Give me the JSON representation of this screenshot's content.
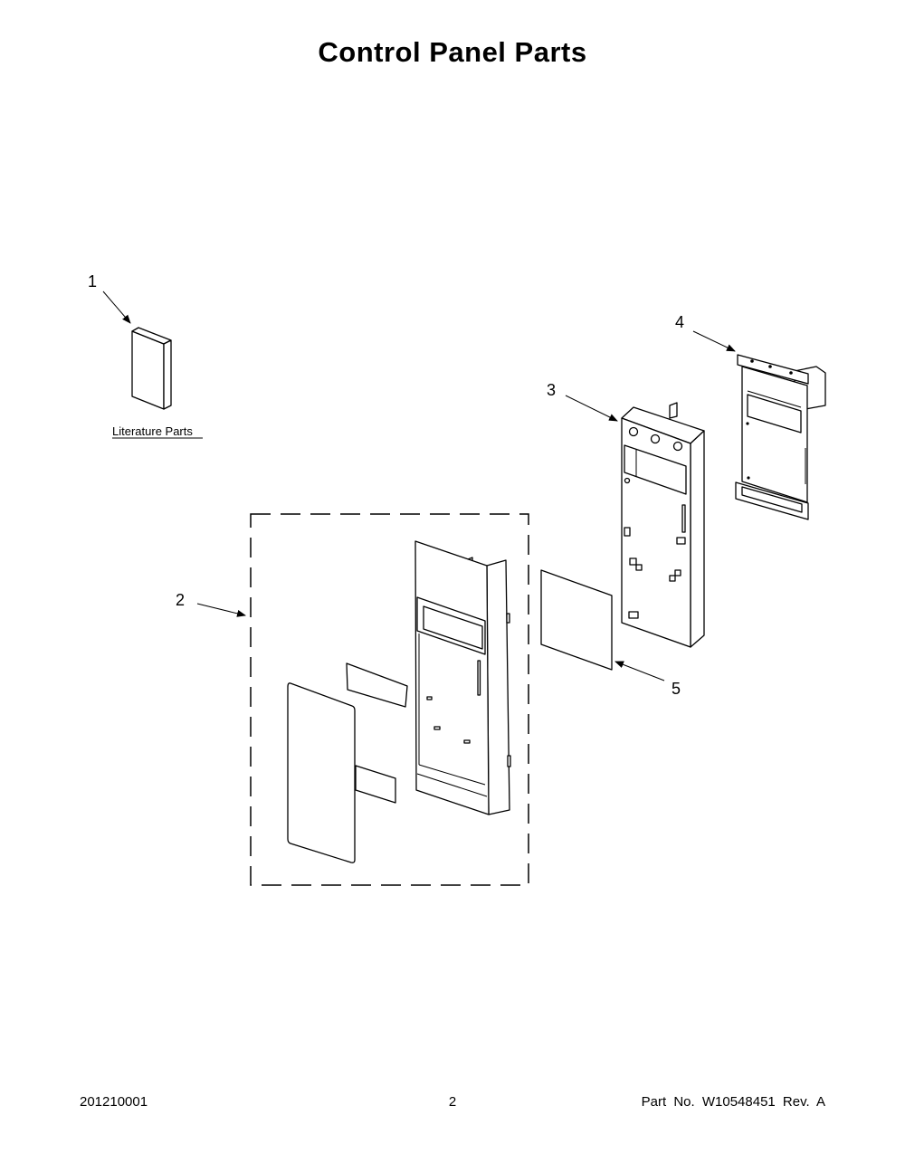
{
  "page": {
    "title": "Control Panel Parts",
    "literature_label": "Literature Parts",
    "callouts": [
      "1",
      "2",
      "3",
      "4",
      "5"
    ],
    "footer": {
      "doc_code": "201210001",
      "page_number": "2",
      "part_number": "Part No.  W10548451  Rev.  A"
    }
  }
}
